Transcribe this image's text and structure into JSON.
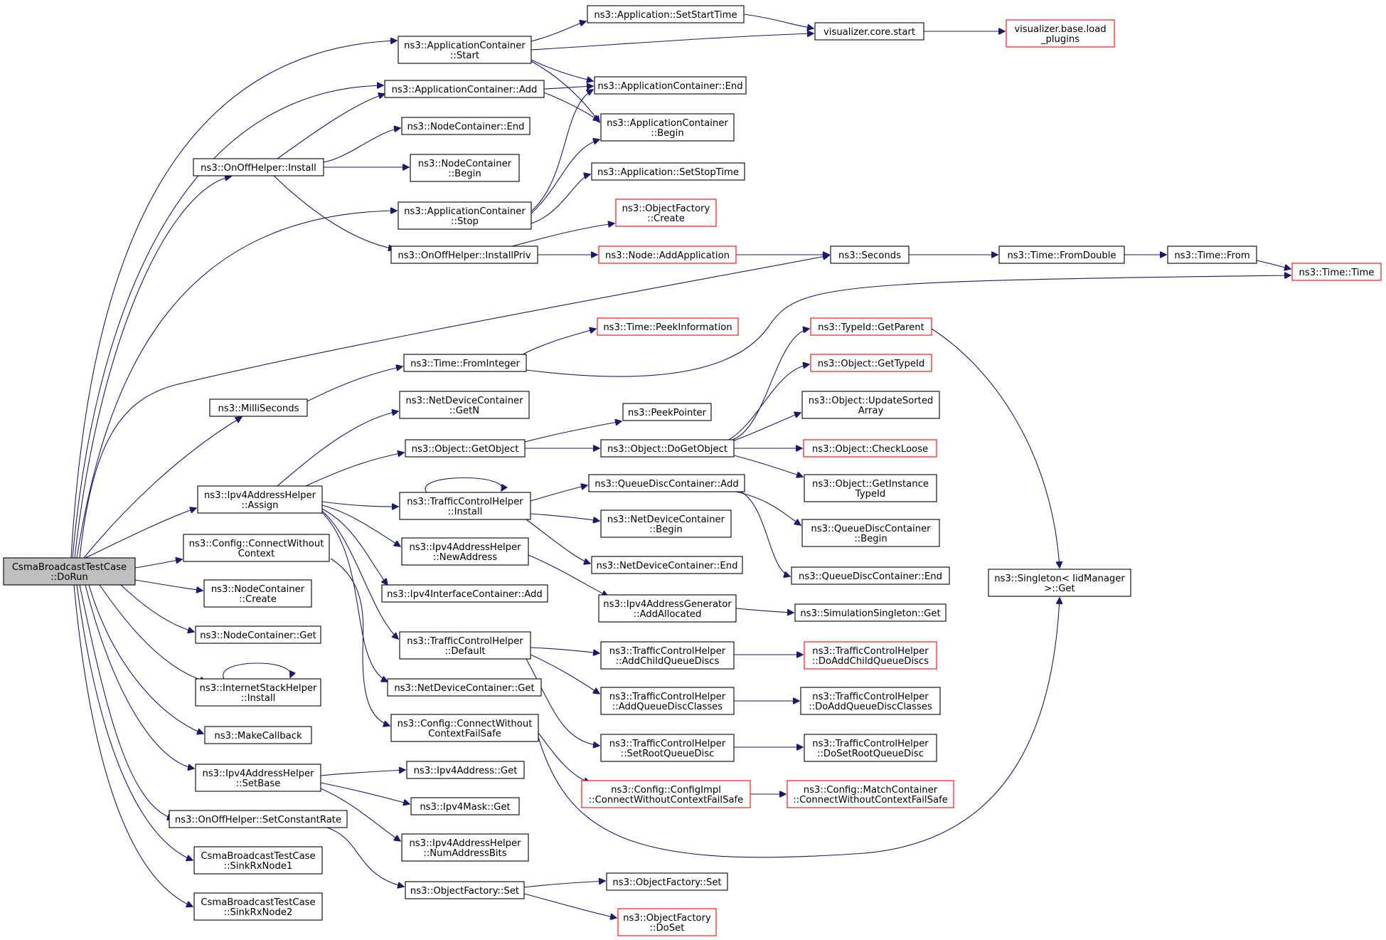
{
  "diagram": {
    "edge_color": "#191970",
    "root_fill": "#bfbfbf",
    "truncated_border": "#ff0000",
    "nodes": [
      {
        "id": "root",
        "lines": [
          "CsmaBroadcastTestCase",
          "::DoRun"
        ],
        "style": "root"
      },
      {
        "id": "appStart",
        "lines": [
          "ns3::ApplicationContainer",
          "::Start"
        ]
      },
      {
        "id": "appAdd",
        "lines": [
          "ns3::ApplicationContainer::Add"
        ]
      },
      {
        "id": "onoffInstall",
        "lines": [
          "ns3::OnOffHelper::Install"
        ]
      },
      {
        "id": "appStop",
        "lines": [
          "ns3::ApplicationContainer",
          "::Stop"
        ]
      },
      {
        "id": "seconds",
        "lines": [
          "ns3::Seconds"
        ]
      },
      {
        "id": "milli",
        "lines": [
          "ns3::MilliSeconds"
        ]
      },
      {
        "id": "ipv4Assign",
        "lines": [
          "ns3::Ipv4AddressHelper",
          "::Assign"
        ]
      },
      {
        "id": "cfgConnect",
        "lines": [
          "ns3::Config::ConnectWithout",
          "Context"
        ]
      },
      {
        "id": "ncCreate",
        "lines": [
          "ns3::NodeContainer",
          "::Create"
        ]
      },
      {
        "id": "ncGet",
        "lines": [
          "ns3::NodeContainer::Get"
        ]
      },
      {
        "id": "ishInstall",
        "lines": [
          "ns3::InternetStackHelper",
          "::Install"
        ]
      },
      {
        "id": "makeCb",
        "lines": [
          "ns3::MakeCallback"
        ]
      },
      {
        "id": "ipv4SetBase",
        "lines": [
          "ns3::Ipv4AddressHelper",
          "::SetBase"
        ]
      },
      {
        "id": "onoffRate",
        "lines": [
          "ns3::OnOffHelper::SetConstantRate"
        ]
      },
      {
        "id": "sink1",
        "lines": [
          "CsmaBroadcastTestCase",
          "::SinkRxNode1"
        ]
      },
      {
        "id": "sink2",
        "lines": [
          "CsmaBroadcastTestCase",
          "::SinkRxNode2"
        ]
      },
      {
        "id": "setStart",
        "lines": [
          "ns3::Application::SetStartTime"
        ]
      },
      {
        "id": "vizStart",
        "lines": [
          "visualizer.core.start"
        ]
      },
      {
        "id": "vizLoad",
        "lines": [
          "visualizer.base.load",
          "_plugins"
        ],
        "style": "truncated"
      },
      {
        "id": "appEnd",
        "lines": [
          "ns3::ApplicationContainer::End"
        ]
      },
      {
        "id": "appBegin",
        "lines": [
          "ns3::ApplicationContainer",
          "::Begin"
        ]
      },
      {
        "id": "ncEnd",
        "lines": [
          "ns3::NodeContainer::End"
        ]
      },
      {
        "id": "ncBegin",
        "lines": [
          "ns3::NodeContainer",
          "::Begin"
        ]
      },
      {
        "id": "setStop",
        "lines": [
          "ns3::Application::SetStopTime"
        ]
      },
      {
        "id": "ofCreate",
        "lines": [
          "ns3::ObjectFactory",
          "::Create"
        ],
        "style": "truncated"
      },
      {
        "id": "installPriv",
        "lines": [
          "ns3::OnOffHelper::InstallPriv"
        ]
      },
      {
        "id": "nodeAddApp",
        "lines": [
          "ns3::Node::AddApplication"
        ],
        "style": "truncated"
      },
      {
        "id": "fromDouble",
        "lines": [
          "ns3::Time::FromDouble"
        ]
      },
      {
        "id": "timeFrom",
        "lines": [
          "ns3::Time::From"
        ]
      },
      {
        "id": "timeTime",
        "lines": [
          "ns3::Time::Time"
        ],
        "style": "truncated"
      },
      {
        "id": "peekInfo",
        "lines": [
          "ns3::Time::PeekInformation"
        ],
        "style": "truncated"
      },
      {
        "id": "fromInteger",
        "lines": [
          "ns3::Time::FromInteger"
        ]
      },
      {
        "id": "ndcGetN",
        "lines": [
          "ns3::NetDeviceContainer",
          "::GetN"
        ]
      },
      {
        "id": "getObject",
        "lines": [
          "ns3::Object::GetObject"
        ]
      },
      {
        "id": "peekPtr",
        "lines": [
          "ns3::PeekPointer"
        ]
      },
      {
        "id": "doGetObject",
        "lines": [
          "ns3::Object::DoGetObject"
        ]
      },
      {
        "id": "getParent",
        "lines": [
          "ns3::TypeId::GetParent"
        ],
        "style": "truncated"
      },
      {
        "id": "getTypeId",
        "lines": [
          "ns3::Object::GetTypeId"
        ],
        "style": "truncated"
      },
      {
        "id": "updSorted",
        "lines": [
          "ns3::Object::UpdateSorted",
          "Array"
        ]
      },
      {
        "id": "checkLoose",
        "lines": [
          "ns3::Object::CheckLoose"
        ],
        "style": "truncated"
      },
      {
        "id": "getInstTid",
        "lines": [
          "ns3::Object::GetInstance",
          "TypeId"
        ]
      },
      {
        "id": "tchInstall",
        "lines": [
          "ns3::TrafficControlHelper",
          "::Install"
        ]
      },
      {
        "id": "qdcAdd",
        "lines": [
          "ns3::QueueDiscContainer::Add"
        ]
      },
      {
        "id": "ndcBegin",
        "lines": [
          "ns3::NetDeviceContainer",
          "::Begin"
        ]
      },
      {
        "id": "ndcEnd",
        "lines": [
          "ns3::NetDeviceContainer::End"
        ]
      },
      {
        "id": "qdcBegin",
        "lines": [
          "ns3::QueueDiscContainer",
          "::Begin"
        ]
      },
      {
        "id": "qdcEnd",
        "lines": [
          "ns3::QueueDiscContainer::End"
        ]
      },
      {
        "id": "singleton",
        "lines": [
          "ns3::Singleton< IidManager",
          ">::Get"
        ]
      },
      {
        "id": "newAddr",
        "lines": [
          "ns3::Ipv4AddressHelper",
          "::NewAddress"
        ]
      },
      {
        "id": "ifcAdd",
        "lines": [
          "ns3::Ipv4InterfaceContainer::Add"
        ]
      },
      {
        "id": "addAlloc",
        "lines": [
          "ns3::Ipv4AddressGenerator",
          "::AddAllocated"
        ]
      },
      {
        "id": "simSingleton",
        "lines": [
          "ns3::SimulationSingleton::Get"
        ]
      },
      {
        "id": "tchDefault",
        "lines": [
          "ns3::TrafficControlHelper",
          "::Default"
        ]
      },
      {
        "id": "addChildQD",
        "lines": [
          "ns3::TrafficControlHelper",
          "::AddChildQueueDiscs"
        ]
      },
      {
        "id": "doAddChildQD",
        "lines": [
          "ns3::TrafficControlHelper",
          "::DoAddChildQueueDiscs"
        ],
        "style": "truncated"
      },
      {
        "id": "ndcGet",
        "lines": [
          "ns3::NetDeviceContainer::Get"
        ]
      },
      {
        "id": "addQDClasses",
        "lines": [
          "ns3::TrafficControlHelper",
          "::AddQueueDiscClasses"
        ]
      },
      {
        "id": "doAddQDClasses",
        "lines": [
          "ns3::TrafficControlHelper",
          "::DoAddQueueDiscClasses"
        ]
      },
      {
        "id": "cfgFailSafe",
        "lines": [
          "ns3::Config::ConnectWithout",
          "ContextFailSafe"
        ]
      },
      {
        "id": "setRootQD",
        "lines": [
          "ns3::TrafficControlHelper",
          "::SetRootQueueDisc"
        ]
      },
      {
        "id": "doSetRootQD",
        "lines": [
          "ns3::TrafficControlHelper",
          "::DoSetRootQueueDisc"
        ]
      },
      {
        "id": "cfgImpl",
        "lines": [
          "ns3::Config::ConfigImpl",
          "::ConnectWithoutContextFailSafe"
        ],
        "style": "truncated"
      },
      {
        "id": "matchCont",
        "lines": [
          "ns3::Config::MatchContainer",
          "::ConnectWithoutContextFailSafe"
        ],
        "style": "truncated"
      },
      {
        "id": "ipv4AddrGet",
        "lines": [
          "ns3::Ipv4Address::Get"
        ]
      },
      {
        "id": "ipv4MaskGet",
        "lines": [
          "ns3::Ipv4Mask::Get"
        ]
      },
      {
        "id": "numAddrBits",
        "lines": [
          "ns3::Ipv4AddressHelper",
          "::NumAddressBits"
        ]
      },
      {
        "id": "ofSet",
        "lines": [
          "ns3::ObjectFactory::Set"
        ]
      },
      {
        "id": "ofSet2",
        "lines": [
          "ns3::ObjectFactory::Set"
        ]
      },
      {
        "id": "ofDoSet",
        "lines": [
          "ns3::ObjectFactory",
          "::DoSet"
        ],
        "style": "truncated"
      }
    ]
  }
}
